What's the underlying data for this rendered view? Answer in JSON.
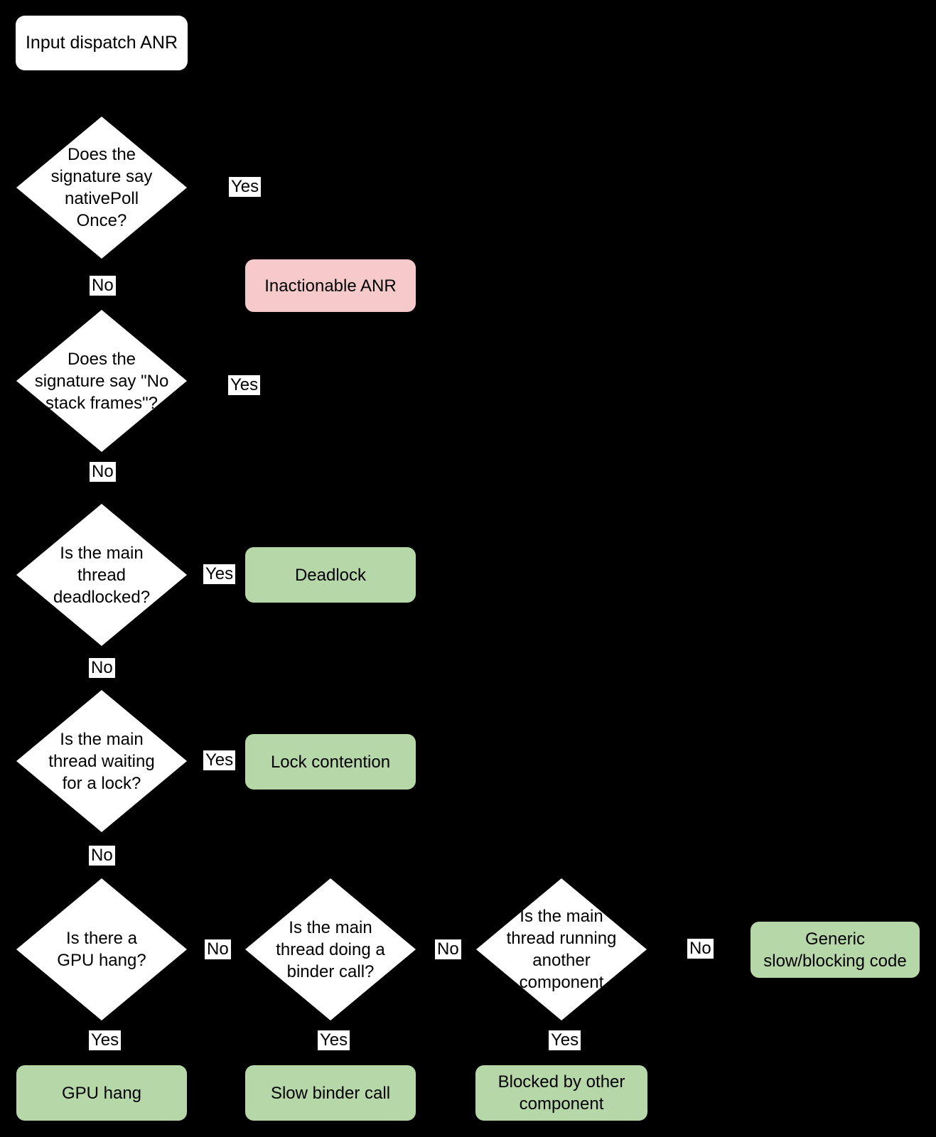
{
  "colors": {
    "background": "#000000",
    "node_fill": "#ffffff",
    "outcome_positive": "#b6d7a8",
    "outcome_negative": "#f6caca",
    "text": "#000000"
  },
  "labels": {
    "yes": "Yes",
    "no": "No"
  },
  "nodes": {
    "start": {
      "label": "Input dispatch ANR"
    },
    "d1": {
      "label": "Does the\nsignature say\nnativePoll\nOnce?"
    },
    "d2": {
      "label": "Does the\nsignature say \"No\nstack frames\"?"
    },
    "d3": {
      "label": "Is the main\nthread\ndeadlocked?"
    },
    "d4": {
      "label": "Is the main\nthread waiting\nfor a lock?"
    },
    "d5": {
      "label": "Is there a\nGPU hang?"
    },
    "d6": {
      "label": "Is the main\nthread doing a\nbinder call?"
    },
    "d7": {
      "label": "Is the main\nthread running\nanother\ncomponent"
    },
    "inactionable": {
      "label": "Inactionable ANR"
    },
    "deadlock": {
      "label": "Deadlock"
    },
    "lock_contention": {
      "label": "Lock contention"
    },
    "generic": {
      "label": "Generic\nslow/blocking code"
    },
    "gpu_hang": {
      "label": "GPU hang"
    },
    "slow_binder": {
      "label": "Slow binder call"
    },
    "blocked": {
      "label": "Blocked by other\ncomponent"
    }
  },
  "edges": [
    {
      "from": "start",
      "to": "d1",
      "label": ""
    },
    {
      "from": "d1",
      "to": "inactionable",
      "label": "Yes"
    },
    {
      "from": "d1",
      "to": "d2",
      "label": "No"
    },
    {
      "from": "d2",
      "to": "inactionable",
      "label": "Yes"
    },
    {
      "from": "d2",
      "to": "d3",
      "label": "No"
    },
    {
      "from": "d3",
      "to": "deadlock",
      "label": "Yes"
    },
    {
      "from": "d3",
      "to": "d4",
      "label": "No"
    },
    {
      "from": "d4",
      "to": "lock_contention",
      "label": "Yes"
    },
    {
      "from": "d4",
      "to": "d5",
      "label": "No"
    },
    {
      "from": "d5",
      "to": "gpu_hang",
      "label": "Yes"
    },
    {
      "from": "d5",
      "to": "d6",
      "label": "No"
    },
    {
      "from": "d6",
      "to": "slow_binder",
      "label": "Yes"
    },
    {
      "from": "d6",
      "to": "d7",
      "label": "No"
    },
    {
      "from": "d7",
      "to": "blocked",
      "label": "Yes"
    },
    {
      "from": "d7",
      "to": "generic",
      "label": "No"
    }
  ]
}
